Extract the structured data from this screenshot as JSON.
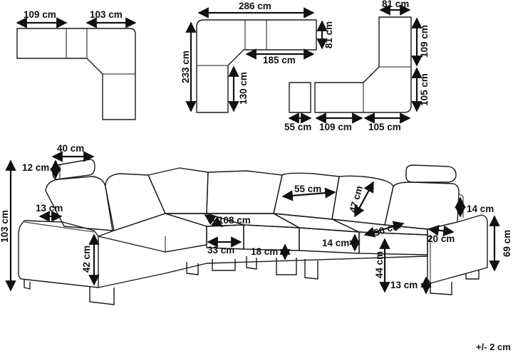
{
  "plan_views": {
    "left": {
      "width_a": "109 cm",
      "width_b": "103 cm"
    },
    "middle": {
      "total_width": "286 cm",
      "depth": "81 cm",
      "inner_width": "185 cm",
      "total_height": "233 cm",
      "inner_height": "130 cm"
    },
    "right": {
      "depth": "81 cm",
      "upper_height": "109 cm",
      "lower_height": "105 cm",
      "ottoman_width": "55 cm",
      "section_width": "109 cm",
      "corner_width": "105 cm"
    }
  },
  "front_view": {
    "headrest_width": "40 cm",
    "headrest_height": "12 cm",
    "total_height": "103 cm",
    "arm_width": "13 cm",
    "seat_depth": "108 cm",
    "cushion_width": "55 cm",
    "back_height": "47 cm",
    "seat_height": "42 cm",
    "seat_inset": "33 cm",
    "cushion_thickness": "18 cm",
    "arm_rest_height": "14 cm",
    "cushion_height": "14 cm",
    "corner_depth": "50 cm",
    "arm_depth": "20 cm",
    "arm_height": "69 cm",
    "floor_to_seat": "44 cm",
    "leg_height": "13 cm"
  },
  "tolerance": "+/- 2 cm"
}
